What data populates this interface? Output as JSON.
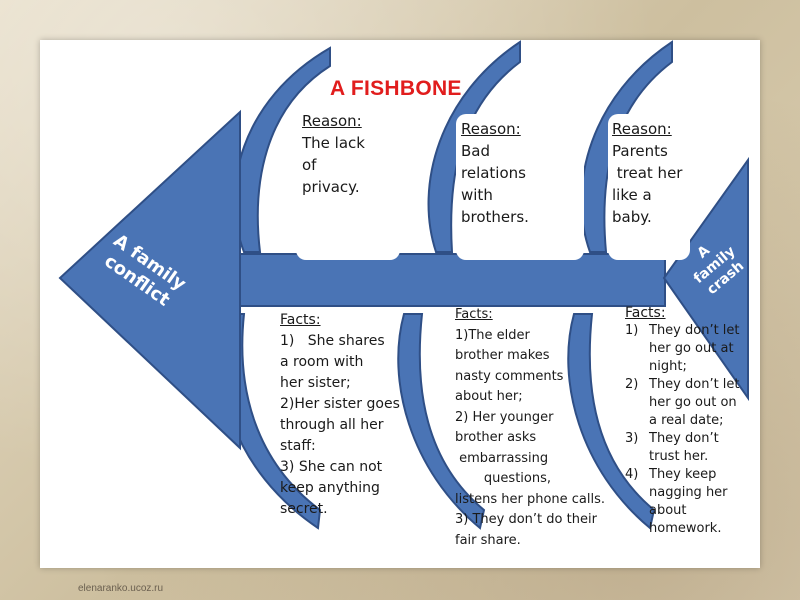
{
  "title": "A FISHBONE",
  "head": {
    "line1": "A family",
    "line2": "conflict"
  },
  "tail": {
    "line1": "A",
    "line2": "family",
    "line3": "crash"
  },
  "reasons": [
    {
      "heading": "Reason:",
      "lines": [
        "The  lack",
        "of",
        "privacy."
      ]
    },
    {
      "heading": "Reason:",
      "lines": [
        "Bad",
        "relations",
        "with",
        "brothers."
      ]
    },
    {
      "heading": "Reason:",
      "lines": [
        "Parents",
        " treat her",
        "like a",
        "baby."
      ]
    }
  ],
  "facts": [
    {
      "heading": "Facts:",
      "lines": [
        "1)   She shares",
        "a room with",
        "her sister;",
        "2)Her sister goes",
        "through all her",
        "staff:",
        "3) She can not",
        "keep anything",
        "secret."
      ]
    },
    {
      "heading": "Facts:",
      "lines": [
        "1)The elder",
        "brother makes",
        "nasty comments",
        "about her;",
        "2) Her younger",
        "brother asks",
        " embarrassing",
        "       questions,",
        "listens her phone calls.",
        "3) They don’t do their",
        "fair share."
      ]
    },
    {
      "heading": "Facts:",
      "items": [
        {
          "num": "1)",
          "lines": [
            "They don’t let",
            "her go out at",
            "night;"
          ]
        },
        {
          "num": "2)",
          "lines": [
            "They don’t let",
            "her go out on",
            "a real date;"
          ]
        },
        {
          "num": "3)",
          "lines": [
            "They don’t",
            "trust her."
          ]
        },
        {
          "num": "4)",
          "lines": [
            "They keep",
            "nagging her",
            "about",
            "homework."
          ]
        }
      ]
    }
  ],
  "footer": "elenaranko.ucoz.ru",
  "colors": {
    "bone_fill": "#4a74b5",
    "bone_stroke": "#2f4f86",
    "title": "#e11d1d"
  }
}
